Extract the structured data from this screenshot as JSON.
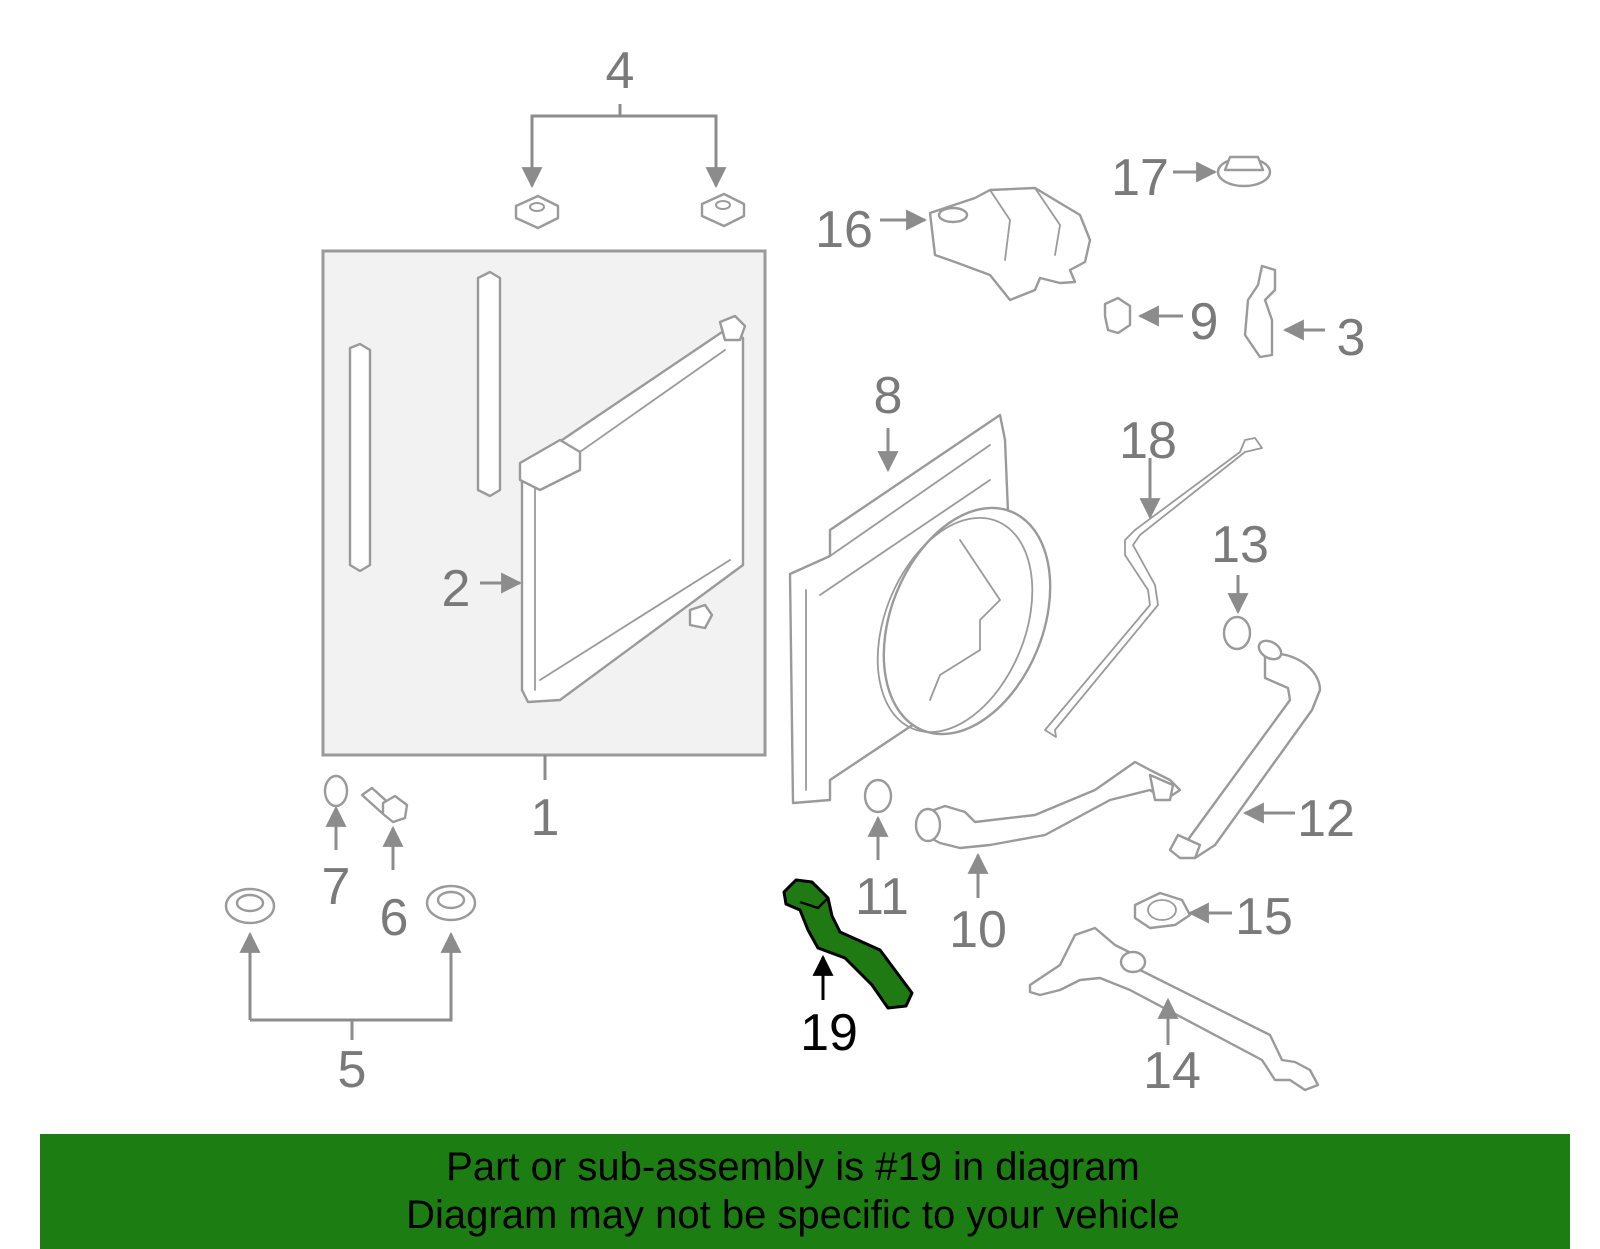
{
  "callouts": {
    "c1": "1",
    "c2": "2",
    "c3": "3",
    "c4": "4",
    "c5": "5",
    "c6": "6",
    "c7": "7",
    "c8": "8",
    "c9": "9",
    "c10": "10",
    "c11": "11",
    "c12": "12",
    "c13": "13",
    "c14": "14",
    "c15": "15",
    "c16": "16",
    "c17": "17",
    "c18": "18",
    "c19": "19"
  },
  "highlight": {
    "part": "19",
    "color": "#1f7a14"
  },
  "banner": {
    "line1": "Part or sub-assembly is #19 in diagram",
    "line2": "Diagram may not be specific to your vehicle",
    "color": "#1c7d12"
  }
}
